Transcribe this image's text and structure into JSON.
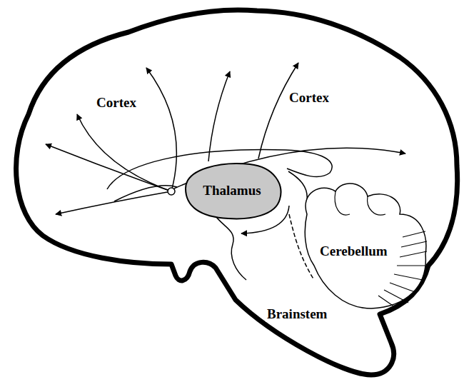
{
  "diagram": {
    "nodes": [
      {
        "text": [
          "Thalamus"
        ]
      }
    ],
    "labels": [
      "Cortex",
      "Cortex",
      "Cerebellum",
      "Brainstem"
    ]
  }
}
